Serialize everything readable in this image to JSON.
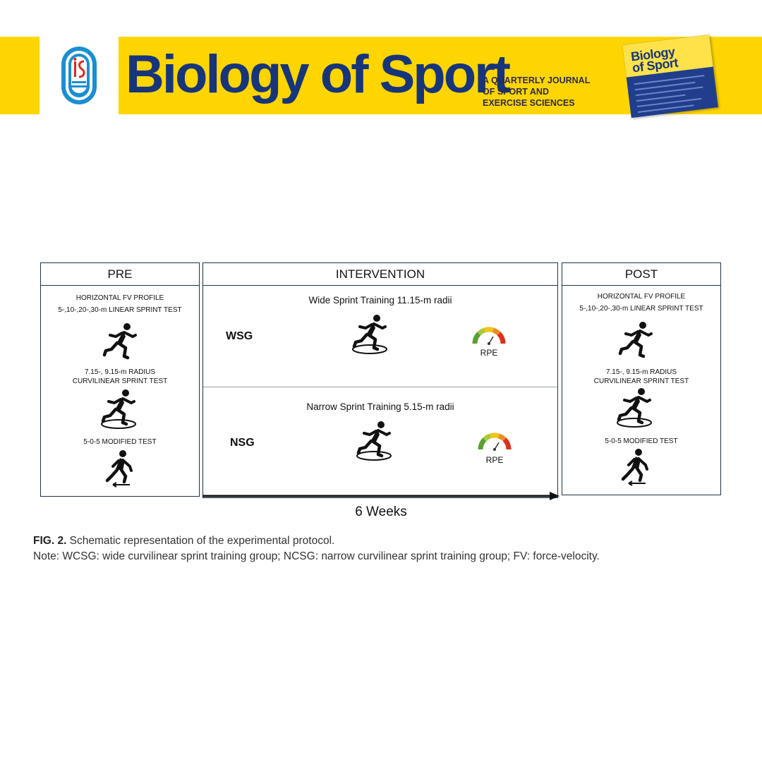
{
  "banner": {
    "journal_title": "Biology of Sport",
    "tagline_lines": [
      "A QUARTERLY JOURNAL",
      "OF SPORT AND",
      "EXERCISE SCIENCES"
    ],
    "cover_title_lines": [
      "Biology",
      "of Sport"
    ],
    "brand_yellow": "#ffd500",
    "brand_blue": "#17357a",
    "logo_icon": "iss-logo-icon"
  },
  "diagram": {
    "pre": {
      "header": "PRE",
      "tests": [
        {
          "lines": [
            "HORIZONTAL FV PROFILE",
            "5-,10-,20-,30-m LINEAR SPRINT TEST"
          ],
          "icon": "linear-sprinter-icon"
        },
        {
          "lines": [
            "7.15-, 9.15-m RADIUS",
            "CURVILINEAR SPRINT TEST"
          ],
          "icon": "curvilinear-sprinter-icon"
        },
        {
          "lines": [
            "5-0-5 MODIFIED TEST"
          ],
          "icon": "change-of-direction-icon"
        }
      ]
    },
    "intervention": {
      "header": "INTERVENTION",
      "groups": [
        {
          "label": "WSG",
          "training": "Wide Sprint Training 11.15-m radii",
          "icon": "curvilinear-sprinter-icon",
          "rpe_label": "RPE",
          "rpe_icon": "rpe-gauge-icon"
        },
        {
          "label": "NSG",
          "training": "Narrow Sprint Training 5.15-m radii",
          "icon": "curvilinear-sprinter-icon",
          "rpe_label": "RPE",
          "rpe_icon": "rpe-gauge-icon"
        }
      ]
    },
    "post": {
      "header": "POST",
      "tests": [
        {
          "lines": [
            "HORIZONTAL FV PROFILE",
            "5-,10-,20-,30-m LINEAR SPRINT TEST"
          ],
          "icon": "linear-sprinter-icon"
        },
        {
          "lines": [
            "7.15-, 9.15-m RADIUS",
            "CURVILINEAR SPRINT TEST"
          ],
          "icon": "curvilinear-sprinter-icon"
        },
        {
          "lines": [
            "5-0-5 MODIFIED TEST"
          ],
          "icon": "change-of-direction-icon"
        }
      ]
    },
    "timeline_label": "6 Weeks",
    "gauge_colors": [
      "#5aa132",
      "#a8c93a",
      "#f2c318",
      "#ee8a22",
      "#d9321f"
    ]
  },
  "caption": {
    "fig_label": "FIG. 2.",
    "fig_text": " Schematic representation of the experimental protocol.",
    "note": "Note: WCSG: wide curvilinear sprint training group; NCSG: narrow curvilinear sprint training group; FV: force-velocity."
  }
}
